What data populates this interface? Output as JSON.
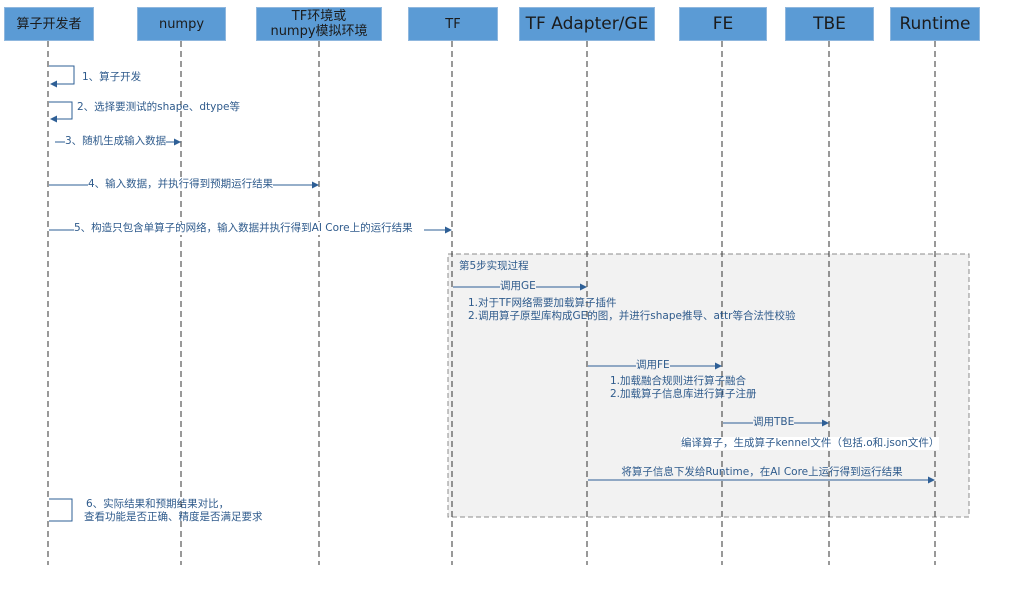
{
  "actors": [
    {
      "id": "dev",
      "label": "算子开发者"
    },
    {
      "id": "numpy",
      "label": "numpy"
    },
    {
      "id": "tfenv",
      "label": "TF环境或\nnumpy模拟环境"
    },
    {
      "id": "tf",
      "label": "TF"
    },
    {
      "id": "adapter",
      "label": "TF Adapter/GE"
    },
    {
      "id": "fe",
      "label": "FE"
    },
    {
      "id": "tbe",
      "label": "TBE"
    },
    {
      "id": "runtime",
      "label": "Runtime"
    }
  ],
  "messages": {
    "m1": "1、算子开发",
    "m2": "2、选择要测试的shape、dtype等",
    "m3": "3、随机生成输入数据",
    "m4": "4、输入数据，并执行得到预期运行结果",
    "m5": "5、构造只包含单算子的网络，输入数据并执行得到AI Core上的运行结果",
    "m6_line1": "6、实际结果和预期结果对比，",
    "m6_line2": "查看功能是否正确、精度是否满足要求"
  },
  "step5": {
    "title": "第5步实现过程",
    "call_ge": "调用GE",
    "ge_note1": "1.对于TF网络需要加载算子插件",
    "ge_note2": "2.调用算子原型库构成GE的图，并进行shape推导、attr等合法性校验",
    "call_fe": "调用FE",
    "fe_note1": "1.加载融合规则进行算子融合",
    "fe_note2": "2.加载算子信息库进行算子注册",
    "call_tbe": "调用TBE",
    "tbe_note": "编译算子，生成算子kennel文件（包括.o和.json文件）",
    "runtime_msg": "将算子信息下发给Runtime，在AI Core上运行得到运行结果"
  },
  "colors": {
    "actor_fill": "#5b9bd5",
    "line": "#2e5f96",
    "box_fill": "#f2f2f2",
    "box_border": "#8c8c8c"
  }
}
